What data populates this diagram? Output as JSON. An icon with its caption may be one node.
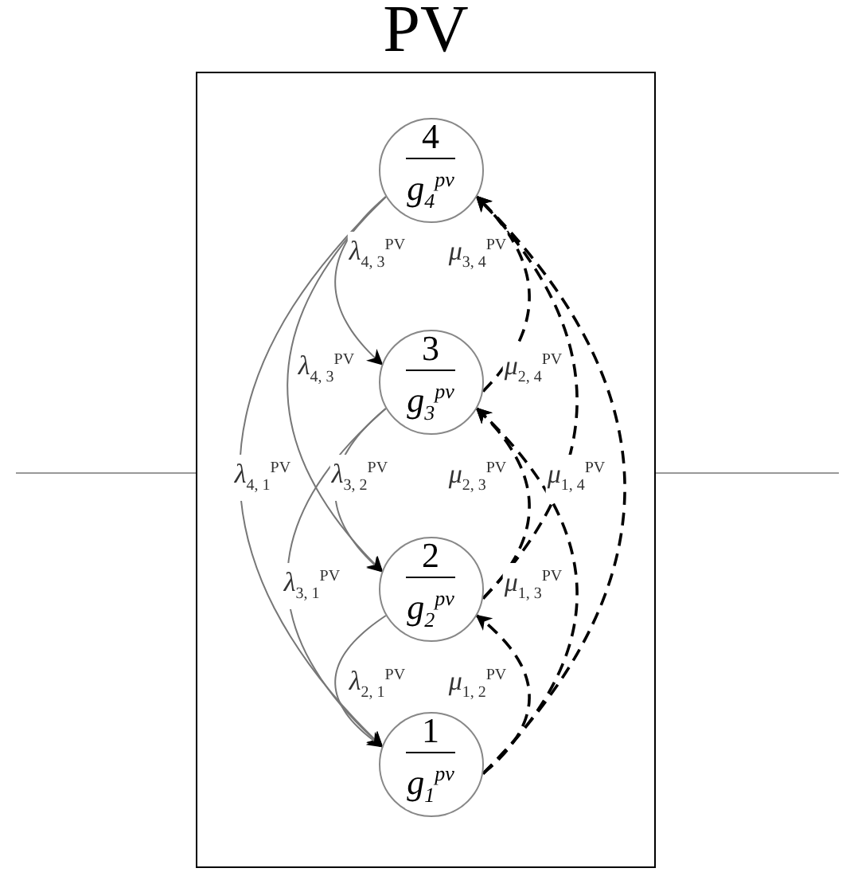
{
  "diagram": {
    "nodes": [
      {
        "text": [
          "PV"
        ]
      },
      {
        "text": [
          "4",
          "g$_{4}$$^{pv}$"
        ],
        "in": 0
      },
      {
        "text": [
          "3",
          "g$_{3}$$^{pv}$"
        ],
        "in": 0
      },
      {
        "text": [
          "2",
          "g$_{2}$$^{pv}$"
        ],
        "in": 0
      },
      {
        "text": [
          "1",
          "g$_{1}$$^{pv}$"
        ],
        "in": 0
      }
    ],
    "edges": [
      {
        "from": 1,
        "to": 2,
        "arrow": "to",
        "label": "λ$_{4, 3}$$^{PV}$"
      },
      {
        "from": 1,
        "to": 3,
        "arrow": "to",
        "label": "λ$_{4, 3}$$^{PV}$"
      },
      {
        "from": 1,
        "to": 4,
        "arrow": "to",
        "label": "λ$_{4, 1}$$^{PV}$"
      },
      {
        "from": 2,
        "to": 3,
        "arrow": "to",
        "label": "λ$_{3, 2}$$^{PV}$"
      },
      {
        "from": 2,
        "to": 4,
        "arrow": "to",
        "label": "λ$_{3, 1}$$^{PV}$"
      },
      {
        "from": 3,
        "to": 4,
        "arrow": "to",
        "label": "λ$_{2, 1}$$^{PV}$"
      },
      {
        "from": 2,
        "to": 1,
        "arrow": "to",
        "style": "dashed",
        "color": "#000000",
        "label": "μ$_{3, 4}$$^{PV}$"
      },
      {
        "from": 3,
        "to": 1,
        "arrow": "to",
        "style": "dashed",
        "color": "#000000",
        "label": "μ$_{2, 4}$$^{PV}$"
      },
      {
        "from": 4,
        "to": 1,
        "arrow": "to",
        "style": "dashed",
        "color": "#000000",
        "label": "μ$_{1, 4}$$^{PV}$"
      },
      {
        "from": 3,
        "to": 2,
        "arrow": "to",
        "style": "dashed",
        "color": "#000000",
        "label": "μ$_{2, 3}$$^{PV}$"
      },
      {
        "from": 4,
        "to": 2,
        "arrow": "to",
        "style": "dashed",
        "color": "#000000",
        "label": "μ$_{1, 3}$$^{PV}$"
      },
      {
        "from": 4,
        "to": 3,
        "arrow": "to",
        "style": "dashed",
        "color": "#000000",
        "label": "μ$_{1, 2}$$^{PV}$"
      },
      {
        "from": null,
        "to": 0,
        "arrow": "none"
      },
      {
        "from": 0,
        "to": null,
        "arrow": "none"
      }
    ]
  }
}
